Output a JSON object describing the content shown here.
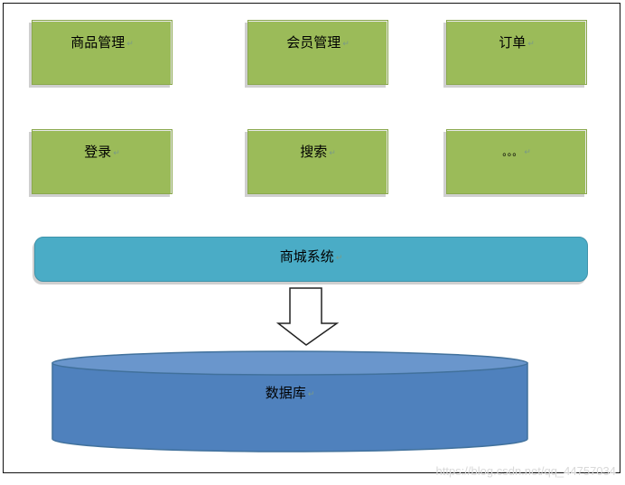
{
  "modules_row1": [
    {
      "label": "商品管理"
    },
    {
      "label": "会员管理"
    },
    {
      "label": "订单"
    }
  ],
  "modules_row2": [
    {
      "label": "登录"
    },
    {
      "label": "搜索"
    },
    {
      "label": "。。。"
    }
  ],
  "para_mark": "↵",
  "system": {
    "label": "商城系统"
  },
  "database": {
    "label": "数据库"
  },
  "watermark": "https://blog.csdn.net/qq_44757034",
  "colors": {
    "module_fill": "#9bbb59",
    "system_fill": "#4aacc6",
    "database_fill": "#4f81bd",
    "database_top": "#6a96cc"
  }
}
